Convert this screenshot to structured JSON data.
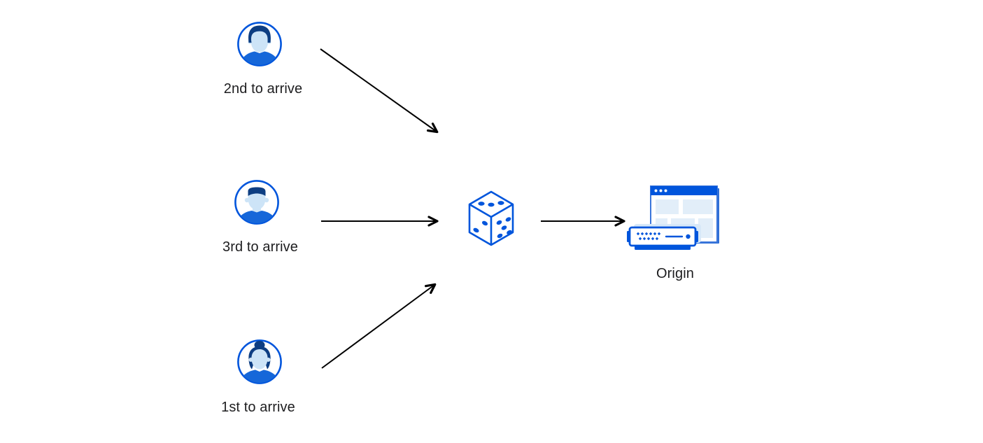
{
  "diagram": {
    "users": [
      {
        "id": "user-2nd",
        "label": "2nd to arrive",
        "avatar": "male-swoosh-hair-avatar"
      },
      {
        "id": "user-3rd",
        "label": "3rd to arrive",
        "avatar": "male-flattop-hair-avatar"
      },
      {
        "id": "user-1st",
        "label": "1st to arrive",
        "avatar": "female-bun-hair-avatar"
      }
    ],
    "center": {
      "id": "randomizer",
      "icon": "dice-icon"
    },
    "origin": {
      "id": "origin",
      "label": "Origin",
      "icon": "origin-server-icon"
    },
    "flows": [
      {
        "from": "user-2nd",
        "to": "randomizer"
      },
      {
        "from": "user-3rd",
        "to": "randomizer"
      },
      {
        "from": "user-1st",
        "to": "randomizer"
      },
      {
        "from": "randomizer",
        "to": "origin"
      }
    ]
  },
  "colors": {
    "primary-blue": "#0055DC",
    "dark-navy": "#0E3E82",
    "shirt-blue": "#1667D9",
    "face-blue": "#CDE4F7",
    "panel-blue": "#E2EEF9",
    "glow-blue": "#D7E8F8",
    "window-border": "#3B76DB",
    "window-shadow": "#2F6FD6",
    "arrow-black": "#000000",
    "text": "#1D1D1F",
    "background": "#FFFFFF"
  }
}
